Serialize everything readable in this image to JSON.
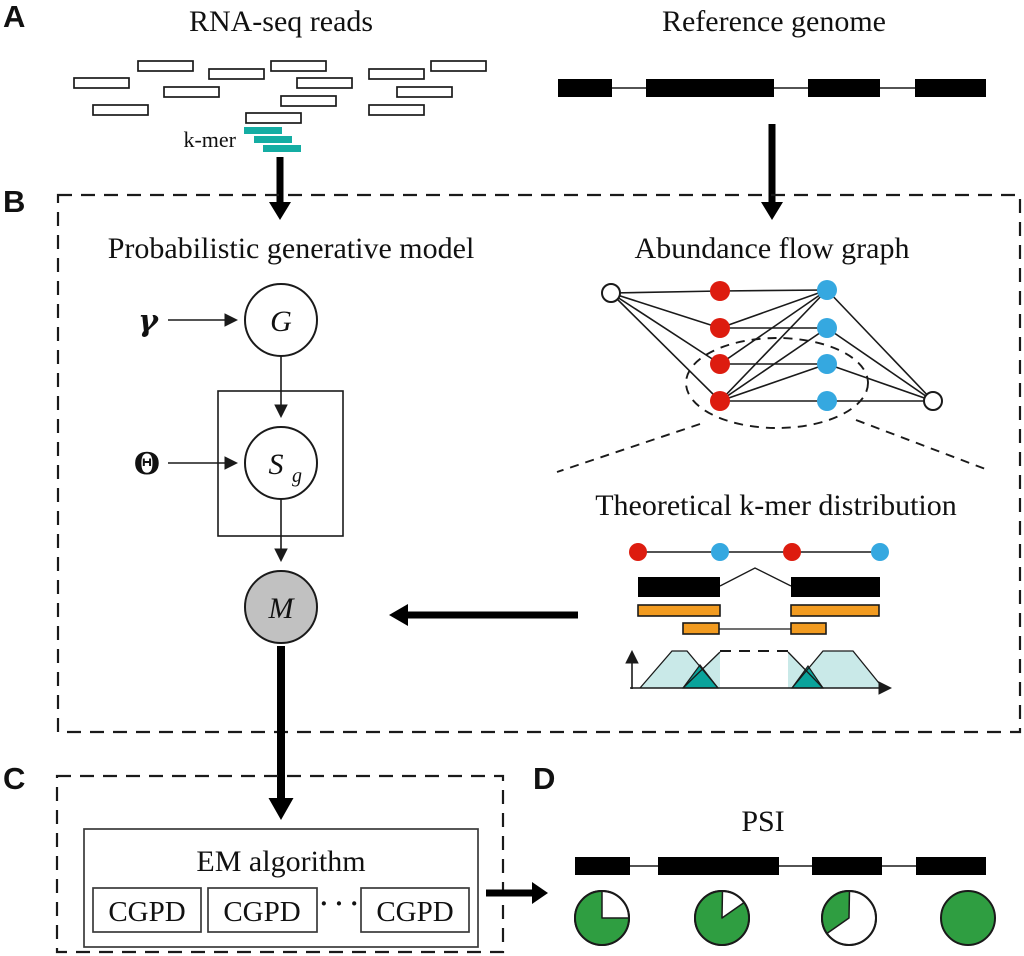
{
  "figure": {
    "panel_a": {
      "label": "A",
      "reads_title": "RNA-seq reads",
      "kmer_label": "k-mer",
      "genome_title": "Reference genome"
    },
    "panel_b": {
      "label": "B",
      "model_title": "Probabilistic generative model",
      "flow_title": "Abundance flow graph",
      "kmer_dist_title": "Theoretical k-mer distribution",
      "gamma_symbol": "γ",
      "theta_symbol": "Θ",
      "node_g": "G",
      "node_s": "S",
      "node_s_subscript": "g",
      "node_m": "M"
    },
    "panel_c": {
      "label": "C",
      "em_title": "EM algorithm",
      "cgpd_boxes": [
        "CGPD",
        "CGPD",
        "CGPD"
      ],
      "dots": "· · ·"
    },
    "panel_d": {
      "label": "D",
      "psi_title": "PSI",
      "psi_pies": [
        {
          "green_fraction": 0.75,
          "green_start_deg": 90
        },
        {
          "green_fraction": 0.85,
          "green_start_deg": 55
        },
        {
          "green_fraction": 0.35,
          "green_start_deg": 235
        },
        {
          "green_fraction": 1.0,
          "green_start_deg": 0
        }
      ]
    },
    "colors": {
      "kmer_teal": "#14ada3",
      "node_red": "#dd1c0f",
      "node_blue": "#35a8e0",
      "exon_black": "#000000",
      "kmer_orange": "#f29b20",
      "dist_light_teal": "#c9e9e8",
      "dist_dark_teal": "#0aa39b",
      "psi_green": "#2f9e41",
      "m_gray": "#c1c1c1"
    }
  }
}
